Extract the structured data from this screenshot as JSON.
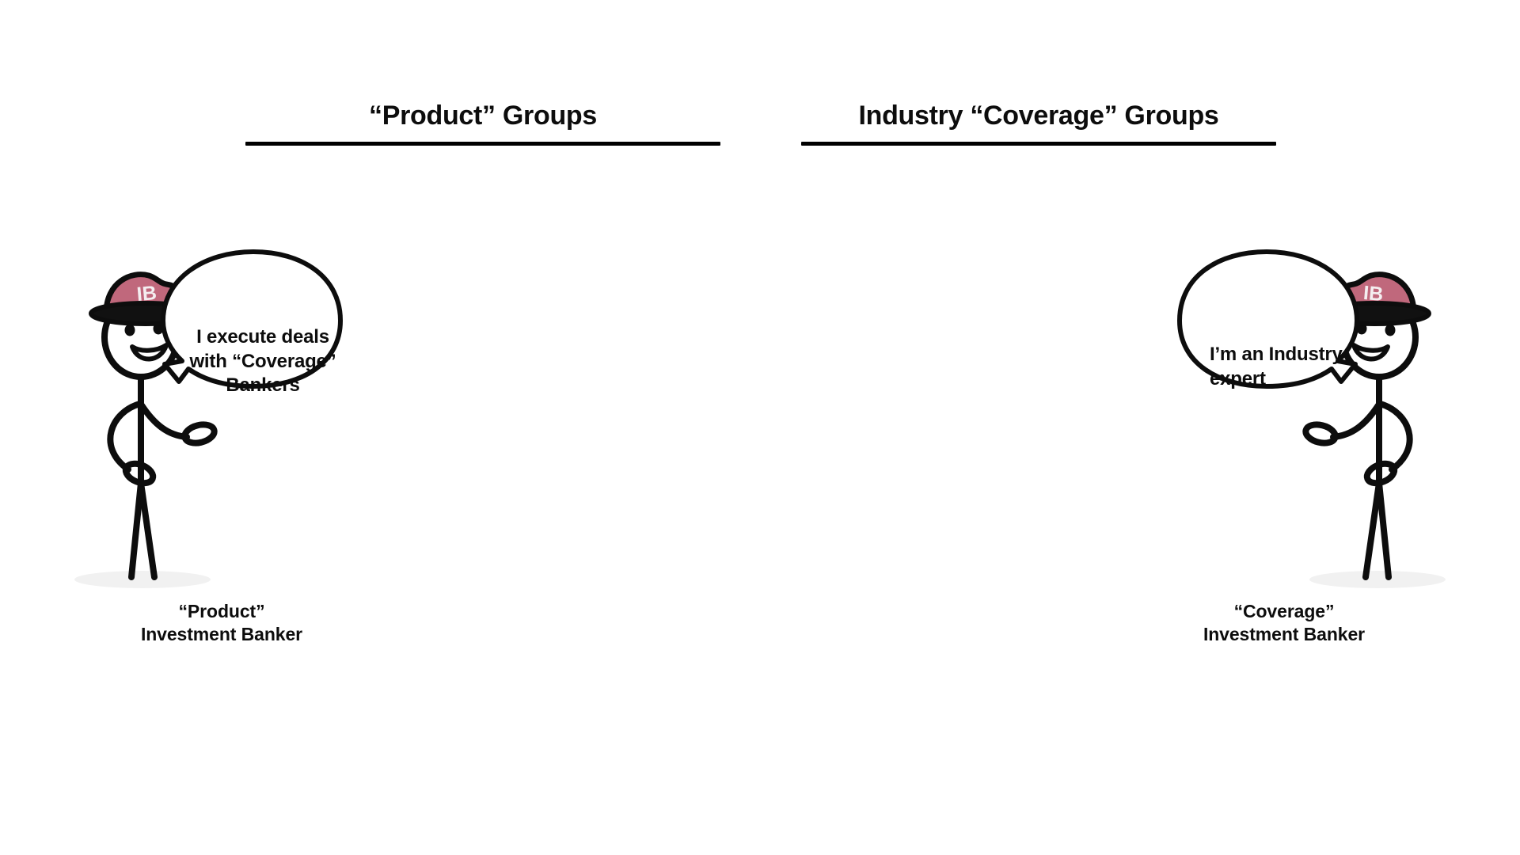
{
  "page": {
    "background_color": "#ffffff",
    "ink_color": "#0d0d0d",
    "hat_color": "#c0687c",
    "hat_shadow_color": "#a8576a",
    "hat_band_color": "#111111",
    "hat_monogram_color": "#f4eef0",
    "ground_shadow_color": "#f1f1f1",
    "rule_color": "#000000"
  },
  "columns": [
    {
      "id": "product",
      "heading": "“Product” Groups",
      "speech": {
        "lines": [
          "I execute deals",
          "with “Coverage”",
          "Bankers"
        ],
        "align": "center",
        "tail_direction": "down-left"
      },
      "hat_monogram": "IB",
      "caption": {
        "lines": [
          "“Product”",
          "Investment Banker"
        ]
      },
      "figure_facing": "right"
    },
    {
      "id": "coverage",
      "heading": "Industry “Coverage” Groups",
      "speech": {
        "lines": [
          "I’m an Industry",
          "expert"
        ],
        "align": "left",
        "tail_direction": "down-right"
      },
      "hat_monogram": "IB",
      "caption": {
        "lines": [
          "“Coverage”",
          "Investment Banker"
        ]
      },
      "figure_facing": "left"
    }
  ]
}
